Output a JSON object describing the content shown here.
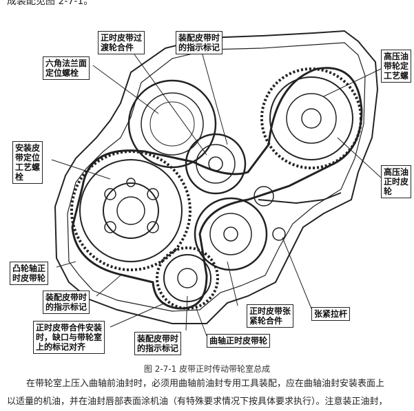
{
  "page": {
    "top_fragment": "成装配见图 2-7-1。",
    "caption": "图 2-7-1    皮带正时传动带轮室总成",
    "paragraph_line1": "在带轮室上压入曲轴前油封时，必须用曲轴前油封专用工具装配，应在曲轴油封安装表面上",
    "paragraph_line2": "以适量的机油，并在油封唇部表面涂机油（有特殊要求情况下按具体要求执行）。注意装正油封，"
  },
  "labels": {
    "hex_flange": [
      "六角法兰面",
      "定位螺栓"
    ],
    "idler": [
      "正时皮带过",
      "渡轮合件"
    ],
    "mark_top": [
      "装配皮带时",
      "的指示标记"
    ],
    "hp_pump_mark": [
      "高压油",
      "带轮定",
      "工艺螺"
    ],
    "install_locate": [
      "安装皮",
      "带定位",
      "工艺螺",
      "栓"
    ],
    "hp_pump_pulley": [
      "高压油",
      "正时皮",
      "轮"
    ],
    "cam_pulley": [
      "凸轮轴正",
      "时皮带轮"
    ],
    "mark_left": [
      "装配皮带时",
      "的指示标记"
    ],
    "tensioner": [
      "正时皮带张",
      "紧轮合件"
    ],
    "tension_rod": [
      "张紧拉杆"
    ],
    "belt_assembly": [
      "正时皮带合件安装",
      "时，缺口与带轮室",
      "上的标记对齐"
    ],
    "mark_bottom": [
      "装配皮带时",
      "的指示标记"
    ],
    "crank_pulley": [
      "曲轴正时皮带轮"
    ]
  }
}
